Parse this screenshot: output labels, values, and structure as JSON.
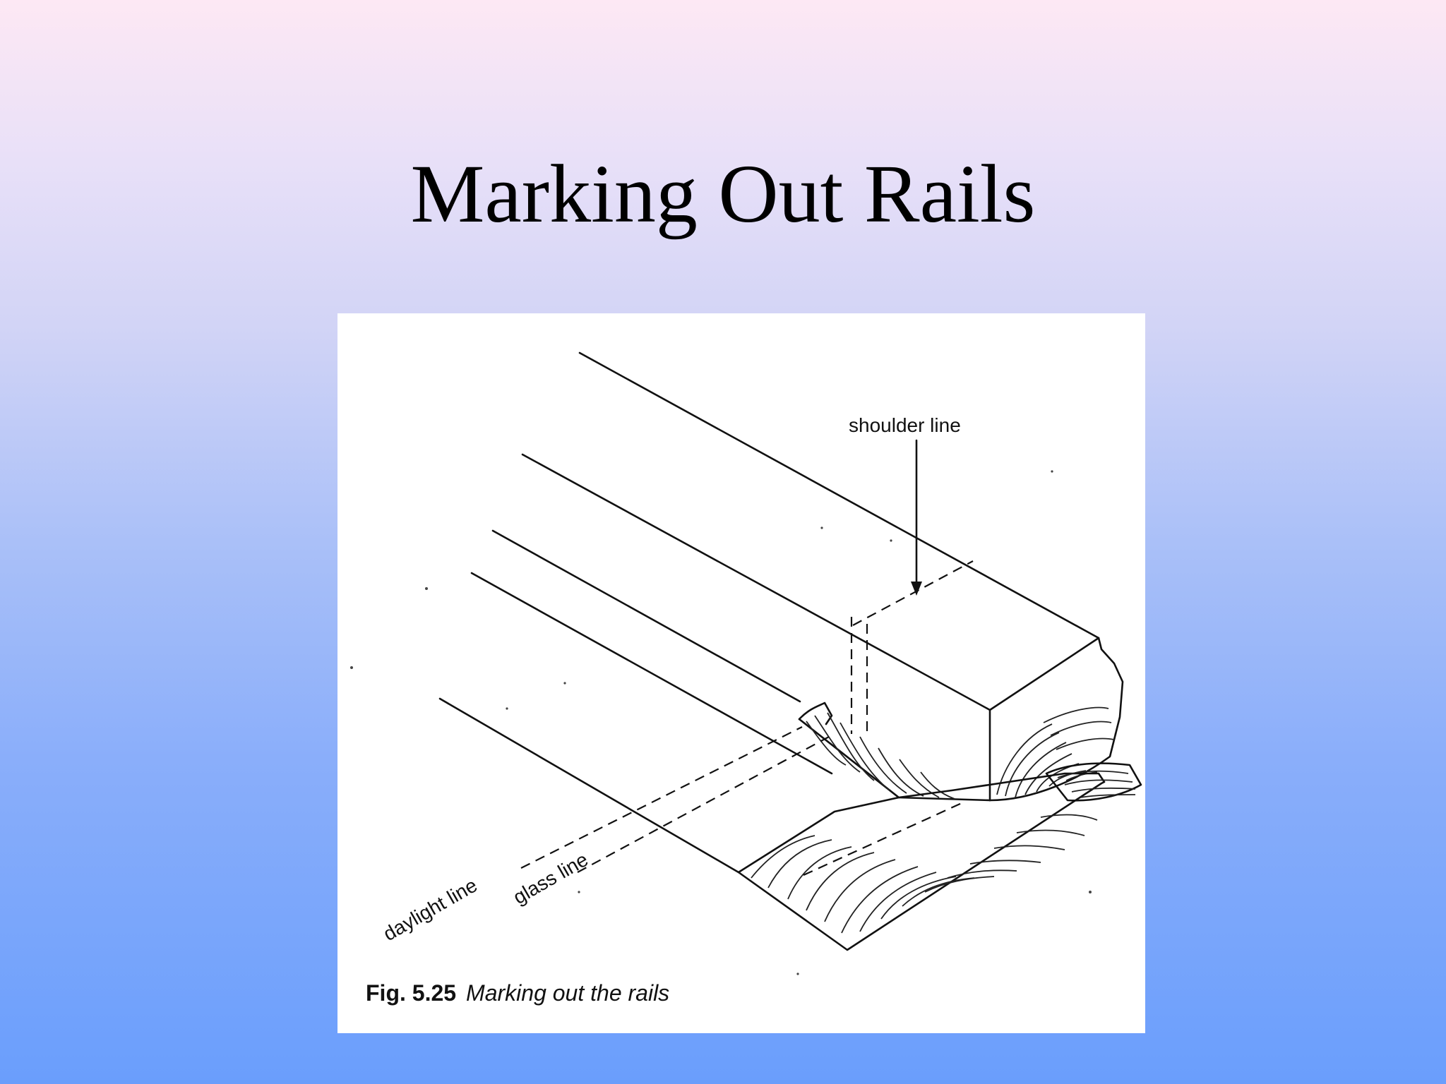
{
  "slide": {
    "title": "Marking Out Rails"
  },
  "figure": {
    "labels": {
      "shoulder_line": "shoulder line",
      "daylight_line": "daylight line",
      "glass_line": "glass line"
    },
    "caption": {
      "number": "Fig. 5.25",
      "text": "Marking out the rails"
    }
  }
}
